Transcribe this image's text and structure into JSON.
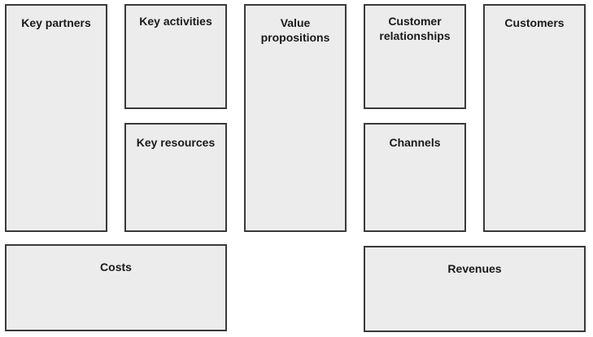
{
  "canvas": {
    "blocks": {
      "key_partners": "Key partners",
      "key_activities": "Key activities",
      "key_resources": "Key resources",
      "value_propositions": "Value\npropositions",
      "customer_relationships": "Customer\nrelationships",
      "channels": "Channels",
      "customers": "Customers",
      "costs": "Costs",
      "revenues": "Revenues"
    },
    "colors": {
      "block_fill": "#ececec",
      "block_border": "#3a3a3a",
      "text": "#1a1a1a",
      "background": "#ffffff"
    }
  }
}
